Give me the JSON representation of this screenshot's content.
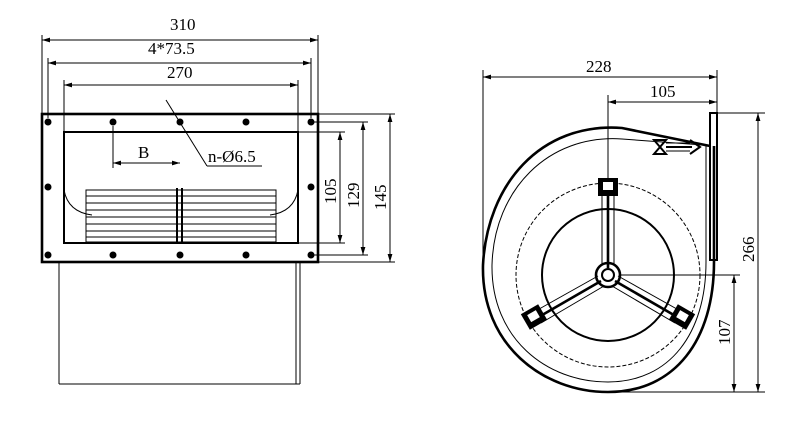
{
  "front_view": {
    "dim_overall_width": "310",
    "dim_hole_pitch": "4*73.5",
    "dim_opening_width": "270",
    "dim_b": "B",
    "dim_hole_callout": "n-Ø6.5",
    "dim_opening_height": "105",
    "dim_hole_span": "129",
    "dim_overall_height": "145"
  },
  "side_view": {
    "dim_overall_depth": "228",
    "dim_outlet_offset": "105",
    "dim_overall_height": "266",
    "dim_center_height": "107"
  }
}
